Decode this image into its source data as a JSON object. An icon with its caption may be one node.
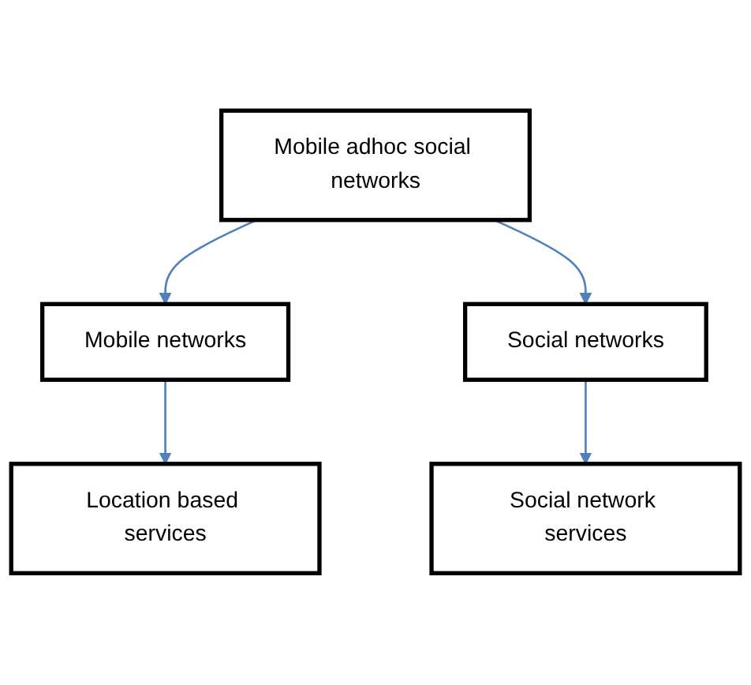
{
  "diagram": {
    "nodes": [
      {
        "text": [
          "Mobile adhoc social networks"
        ]
      },
      {
        "text": [
          "Mobile networks"
        ]
      },
      {
        "text": [
          "Social networks"
        ]
      },
      {
        "text": [
          "Location based services"
        ]
      },
      {
        "text": [
          "Social network services"
        ]
      }
    ],
    "edges": [
      {
        "from": 0,
        "to": 1,
        "arrow": "to"
      },
      {
        "from": 0,
        "to": 2,
        "arrow": "to"
      },
      {
        "from": 1,
        "to": 3,
        "arrow": "to"
      },
      {
        "from": 2,
        "to": 4,
        "arrow": "to"
      }
    ]
  }
}
